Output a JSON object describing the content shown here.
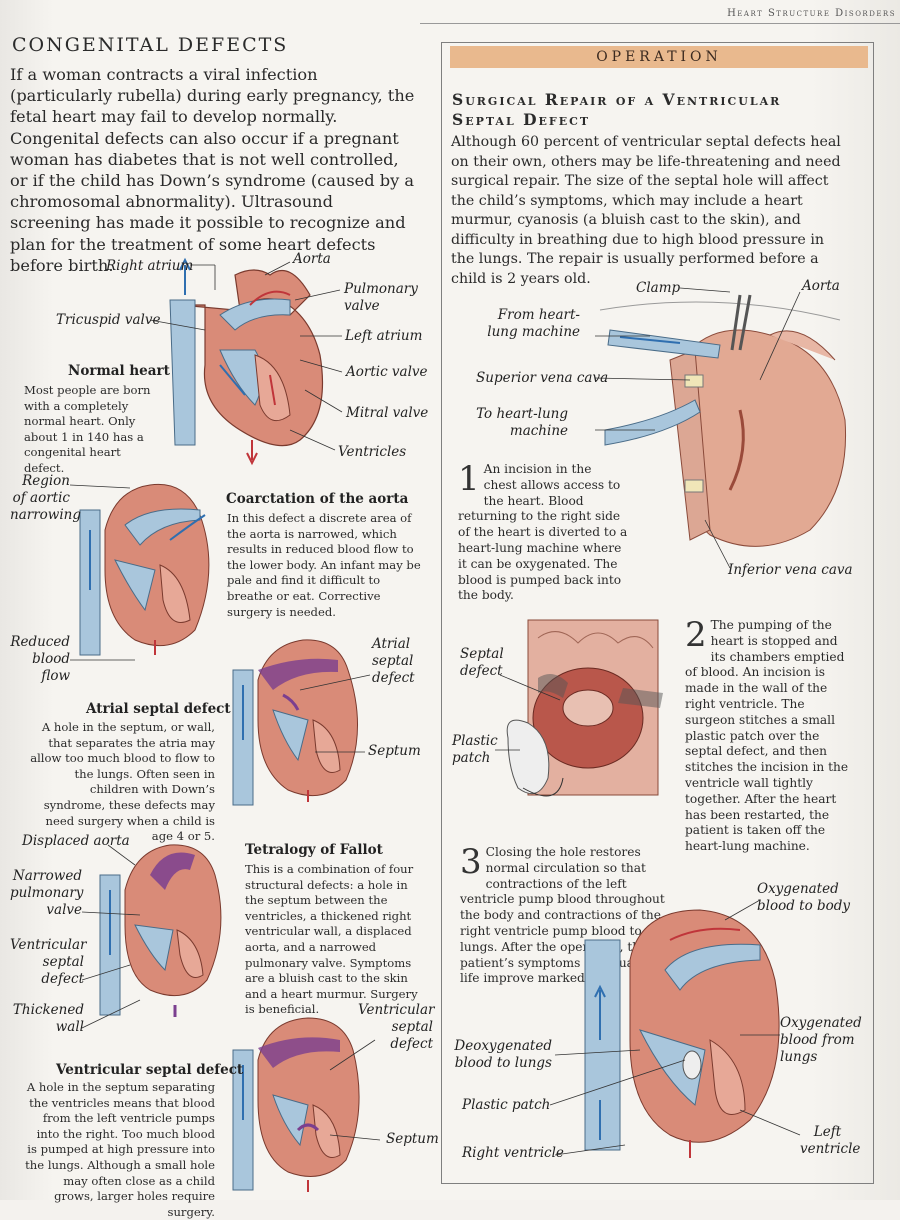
{
  "running_head": "Heart Structure Disorders",
  "left": {
    "section_title": "CONGENITAL DEFECTS",
    "intro": "If a woman contracts a viral infection (particularly rubella) during early pregnancy, the fetal heart may fail to develop normally. Congenital defects can also occur if a pregnant woman has diabetes that is not well controlled, or if the child has Down’s syndrome (caused by a chromosomal abnormality). Ultrasound screening has made it possible to recognize and plan for the treatment of some heart defects before birth.",
    "normal": {
      "title": "Normal heart",
      "body": "Most people are born with a completely normal heart. Only about 1 in 140 has a congenital heart defect.",
      "labels": {
        "right_atrium": "Right atrium",
        "aorta": "Aorta",
        "pulmonary_valve": "Pulmonary valve",
        "tricuspid_valve": "Tricuspid valve",
        "left_atrium": "Left atrium",
        "aortic_valve": "Aortic valve",
        "mitral_valve": "Mitral valve",
        "ventricles": "Ventricles"
      }
    },
    "coarctation": {
      "title": "Coarctation of the aorta",
      "body": "In this defect a discrete area of the aorta is narrowed, which results in reduced blood flow to the lower body. An infant may be pale and find it difficult to breathe or eat. Corrective surgery is needed.",
      "labels": {
        "region": "Region of aortic narrowing",
        "reduced": "Reduced blood flow"
      }
    },
    "atrial": {
      "title": "Atrial septal defect",
      "body": "A hole in the septum, or wall, that separates the atria may allow too much blood to flow to the lungs. Often seen in children with Down’s syndrome, these defects may need surgery when a child is age 4 or 5.",
      "labels": {
        "asd": "Atrial septal defect",
        "septum": "Septum"
      }
    },
    "tetralogy": {
      "title": "Tetralogy of Fallot",
      "body": "This is a combination of four structural defects: a hole in the septum between the ventricles, a thickened right ventricular wall, a displaced aorta, and a narrowed pulmonary valve. Symptoms are a bluish cast to the skin and a heart murmur. Surgery is beneficial.",
      "labels": {
        "displaced": "Displaced aorta",
        "narrowed": "Narrowed pulmonary valve",
        "vsd": "Ventricular septal defect",
        "thickened": "Thickened wall"
      }
    },
    "ventricular": {
      "title": "Ventricular septal defect",
      "body": "A hole in the septum separating the ventricles means that blood from the left ventricle pumps into the right. Too much blood is pumped at high pressure into the lungs. Although a small hole may often close as a child grows, larger holes require surgery.",
      "labels": {
        "vsd": "Ventricular septal defect",
        "septum": "Septum"
      }
    }
  },
  "right": {
    "banner": "OPERATION",
    "title": "Surgical Repair of a Ventricular Septal Defect",
    "intro": "Although 60 percent of ventricular septal defects heal on their own, others may be life-threatening and need surgical repair. The size of the septal hole will affect the child’s symptoms, which may include a heart murmur, cyanosis (a bluish cast to the skin), and difficulty in breathing due to high blood pressure in the lungs. The repair is usually performed before a child is 2 years old.",
    "fig1_labels": {
      "clamp": "Clamp",
      "aorta": "Aorta",
      "from_machine": "From heart-lung machine",
      "svc": "Superior vena cava",
      "to_machine": "To heart-lung machine",
      "ivc": "Inferior vena cava"
    },
    "step1": {
      "num": "1",
      "text": "An incision in the chest allows access to the heart. Blood returning to the right side of the heart is diverted to a heart-lung machine where it can be oxygenated. The blood is pumped back into the body."
    },
    "fig2_labels": {
      "septal": "Septal defect",
      "patch": "Plastic patch"
    },
    "step2": {
      "num": "2",
      "text": "The pumping of the heart is stopped and its chambers emptied of blood. An incision is made in the wall of the right ventricle. The surgeon stitches a small plastic patch over the septal defect, and then stitches the incision in the ventricle wall tightly together. After the heart has been restarted, the patient is taken off the heart-lung machine."
    },
    "step3": {
      "num": "3",
      "text": "Closing the hole restores normal circulation so that contractions of the left ventricle pump blood throughout the body and contractions of the right ventricle pump blood to the lungs. After the operation, the patient’s symptoms and quality of life improve markedly."
    },
    "fig3_labels": {
      "oxy_body": "Oxygenated blood to body",
      "oxy_lungs": "Oxygenated blood from lungs",
      "deoxy": "Deoxygenated blood to lungs",
      "patch": "Plastic patch",
      "left_v": "Left ventricle",
      "right_v": "Right ventricle"
    }
  },
  "colors": {
    "banner": "#e9b98e",
    "heart_red": "#d98b78",
    "vein_blue": "#a9c6dc",
    "arrow_red": "#c0353a",
    "arrow_blue": "#2f6fb0",
    "defect_purple": "#7b3f8f"
  }
}
